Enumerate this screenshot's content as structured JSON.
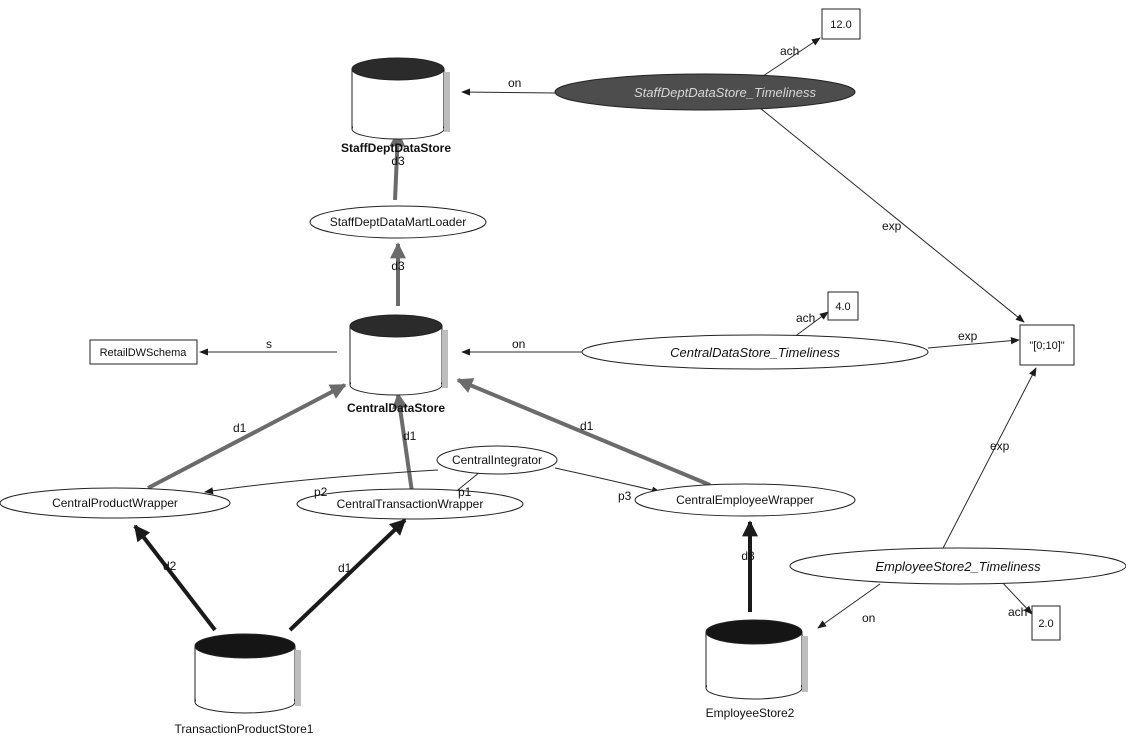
{
  "nodes": {
    "staff_store": "StaffDeptDataStore",
    "staff_loader": "StaffDeptDataMartLoader",
    "central_store": "CentralDataStore",
    "retail_schema": "RetailDWSchema",
    "central_integrator": "CentralIntegrator",
    "product_wrapper": "CentralProductWrapper",
    "transaction_wrapper": "CentralTransactionWrapper",
    "employee_wrapper": "CentralEmployeeWrapper",
    "transaction_store": "TransactionProductStore1",
    "employee_store": "EmployeeStore2",
    "staff_timeliness": "StaffDeptDataStore_Timeliness",
    "central_timeliness": "CentralDataStore_Timeliness",
    "employee_timeliness": "EmployeeStore2_Timeliness",
    "val_staff": "12.0",
    "val_central": "4.0",
    "val_employee": "2.0",
    "range": "\"[0;10]\""
  },
  "edge_labels": {
    "on": "on",
    "ach": "ach",
    "exp": "exp",
    "s": "s",
    "d1": "d1",
    "d2": "d2",
    "d3": "d3",
    "p1": "p1",
    "p2": "p2",
    "p3": "p3"
  }
}
